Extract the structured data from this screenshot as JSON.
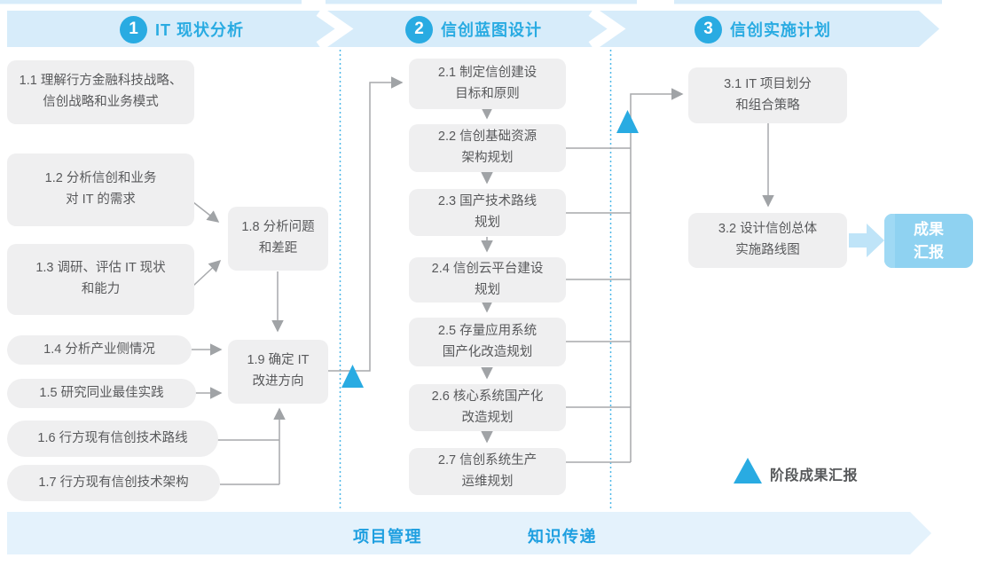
{
  "header": {
    "phases": [
      {
        "number": "1",
        "title": "IT 现状分析"
      },
      {
        "number": "2",
        "title": "信创蓝图设计"
      },
      {
        "number": "3",
        "title": "信创实施计划"
      }
    ]
  },
  "phase1": {
    "b11": "1.1 理解行方金融科技战略、\n信创战略和业务模式",
    "b12": "1.2 分析信创和业务\n对 IT 的需求",
    "b13": "1.3 调研、评估 IT 现状\n和能力",
    "b14": "1.4 分析产业侧情况",
    "b15": "1.5 研究同业最佳实践",
    "b16": "1.6 行方现有信创技术路线",
    "b17": "1.7 行方现有信创技术架构",
    "b18": "1.8 分析问题\n和差距",
    "b19": "1.9 确定 IT\n改进方向"
  },
  "phase2": {
    "b21": "2.1 制定信创建设\n目标和原则",
    "b22": "2.2 信创基础资源\n架构规划",
    "b23": "2.3 国产技术路线\n规划",
    "b24": "2.4 信创云平台建设\n规划",
    "b25": "2.5 存量应用系统\n国产化改造规划",
    "b26": "2.6 核心系统国产化\n改造规划",
    "b27": "2.7 信创系统生产\n运维规划"
  },
  "phase3": {
    "b31": "3.1 IT 项目划分\n和组合策略",
    "b32": "3.2 设计信创总体\n实施路线图",
    "result": "成果\n汇报"
  },
  "footer": {
    "left": "项目管理",
    "right": "知识传递"
  },
  "legend": {
    "label": "阶段成果汇报"
  },
  "colors": {
    "accent": "#29ABE2",
    "band": "#D7ECFA",
    "footer_band": "#E4F2FC",
    "box_bg": "#EFEFF0",
    "box_text": "#58595B",
    "connector": "#A7A9AC",
    "result_bg": "#8FD2F1"
  }
}
